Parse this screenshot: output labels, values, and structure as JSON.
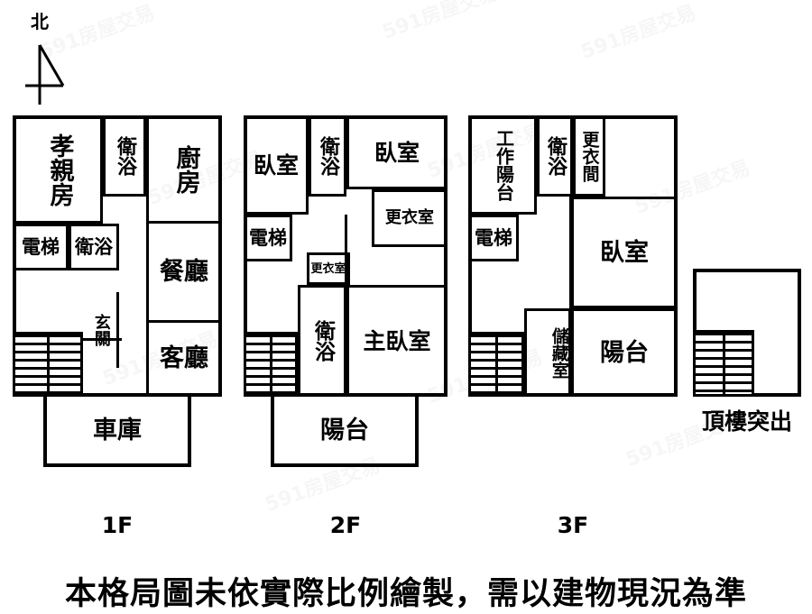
{
  "compass": {
    "north_label": "北"
  },
  "disclaimer": "本格局圖未依實際比例繪製，需以建物現況為準",
  "floors": [
    {
      "id": "1F",
      "label": "1F",
      "rooms": [
        {
          "name": "filial-parent-room",
          "label": "孝親房"
        },
        {
          "name": "bathroom-upper",
          "label": "衛浴"
        },
        {
          "name": "kitchen",
          "label": "廚房"
        },
        {
          "name": "elevator",
          "label": "電梯"
        },
        {
          "name": "bathroom-lower",
          "label": "衛浴"
        },
        {
          "name": "dining-room",
          "label": "餐廳"
        },
        {
          "name": "foyer",
          "label": "玄關"
        },
        {
          "name": "living-room",
          "label": "客廳"
        },
        {
          "name": "garage",
          "label": "車庫"
        },
        {
          "name": "staircase",
          "label": ""
        }
      ]
    },
    {
      "id": "2F",
      "label": "2F",
      "rooms": [
        {
          "name": "bedroom-left",
          "label": "臥室"
        },
        {
          "name": "bathroom-upper",
          "label": "衛浴"
        },
        {
          "name": "bedroom-right",
          "label": "臥室"
        },
        {
          "name": "elevator",
          "label": "電梯"
        },
        {
          "name": "walk-in-closet-right",
          "label": "更衣室"
        },
        {
          "name": "walk-in-closet-small",
          "label": "更衣室"
        },
        {
          "name": "bathroom-lower",
          "label": "衛浴"
        },
        {
          "name": "master-bedroom",
          "label": "主臥室"
        },
        {
          "name": "balcony",
          "label": "陽台"
        },
        {
          "name": "staircase",
          "label": ""
        }
      ]
    },
    {
      "id": "3F",
      "label": "3F",
      "rooms": [
        {
          "name": "work-balcony",
          "label": "工作陽台"
        },
        {
          "name": "bathroom",
          "label": "衛浴"
        },
        {
          "name": "dressing-room",
          "label": "更衣間"
        },
        {
          "name": "elevator",
          "label": "電梯"
        },
        {
          "name": "bedroom",
          "label": "臥室"
        },
        {
          "name": "storage-room",
          "label": "儲藏室"
        },
        {
          "name": "balcony",
          "label": "陽台"
        },
        {
          "name": "staircase",
          "label": ""
        }
      ]
    }
  ],
  "rooftop": {
    "label": "頂樓突出"
  },
  "watermarks": [
    "591房屋交易",
    "591房屋交易",
    "591房屋交易",
    "591房屋交易",
    "591房屋交易",
    "591房屋交易",
    "591房屋交易",
    "591房屋交易",
    "591房屋交易",
    "591房屋交易"
  ],
  "colors": {
    "line": "#000000",
    "background": "#ffffff"
  }
}
